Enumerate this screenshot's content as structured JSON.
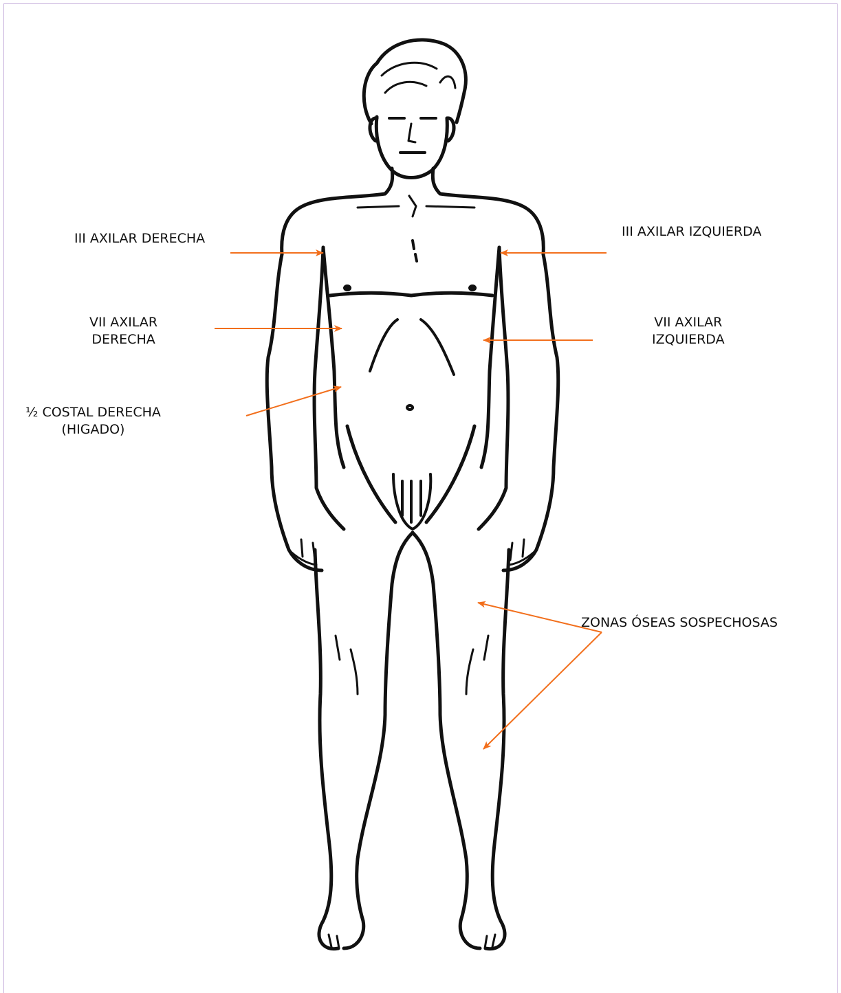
{
  "colors": {
    "arrow": "#f26f1c",
    "outline": "#111111",
    "frame": "#c9b3de"
  },
  "figure": {
    "icon": "human-body-outline-icon"
  },
  "labels": {
    "axilar_derecha_3": "III AXILAR DERECHA",
    "axilar_izquierda_3": "III AXILAR IZQUIERDA",
    "axilar_derecha_7": {
      "line1": "VII AXILAR",
      "line2": "DERECHA"
    },
    "axilar_izquierda_7": {
      "line1": "VII AXILAR",
      "line2": "IZQUIERDA"
    },
    "costal_derecha": {
      "line1": "½ COSTAL DERECHA",
      "line2": "(HIGADO)"
    },
    "zonas_oseas": "ZONAS ÓSEAS SOSPECHOSAS"
  }
}
